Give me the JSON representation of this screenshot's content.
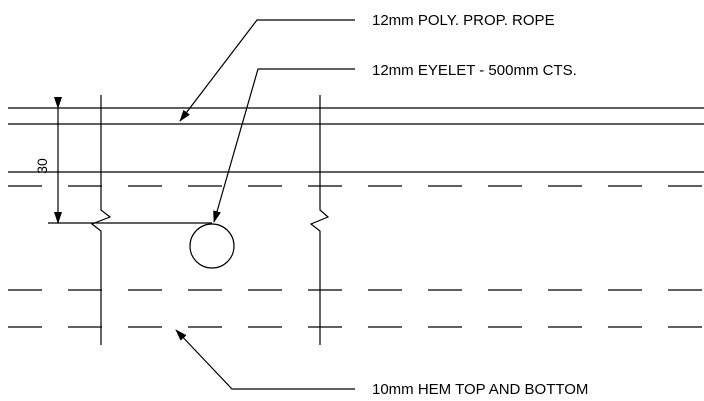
{
  "callouts": {
    "rope": "12mm POLY.  PROP. ROPE",
    "eyelet": "12mm EYELET - 500mm CTS.",
    "hem": "10mm HEM TOP AND BOTTOM"
  },
  "dimension": {
    "value": "30"
  }
}
